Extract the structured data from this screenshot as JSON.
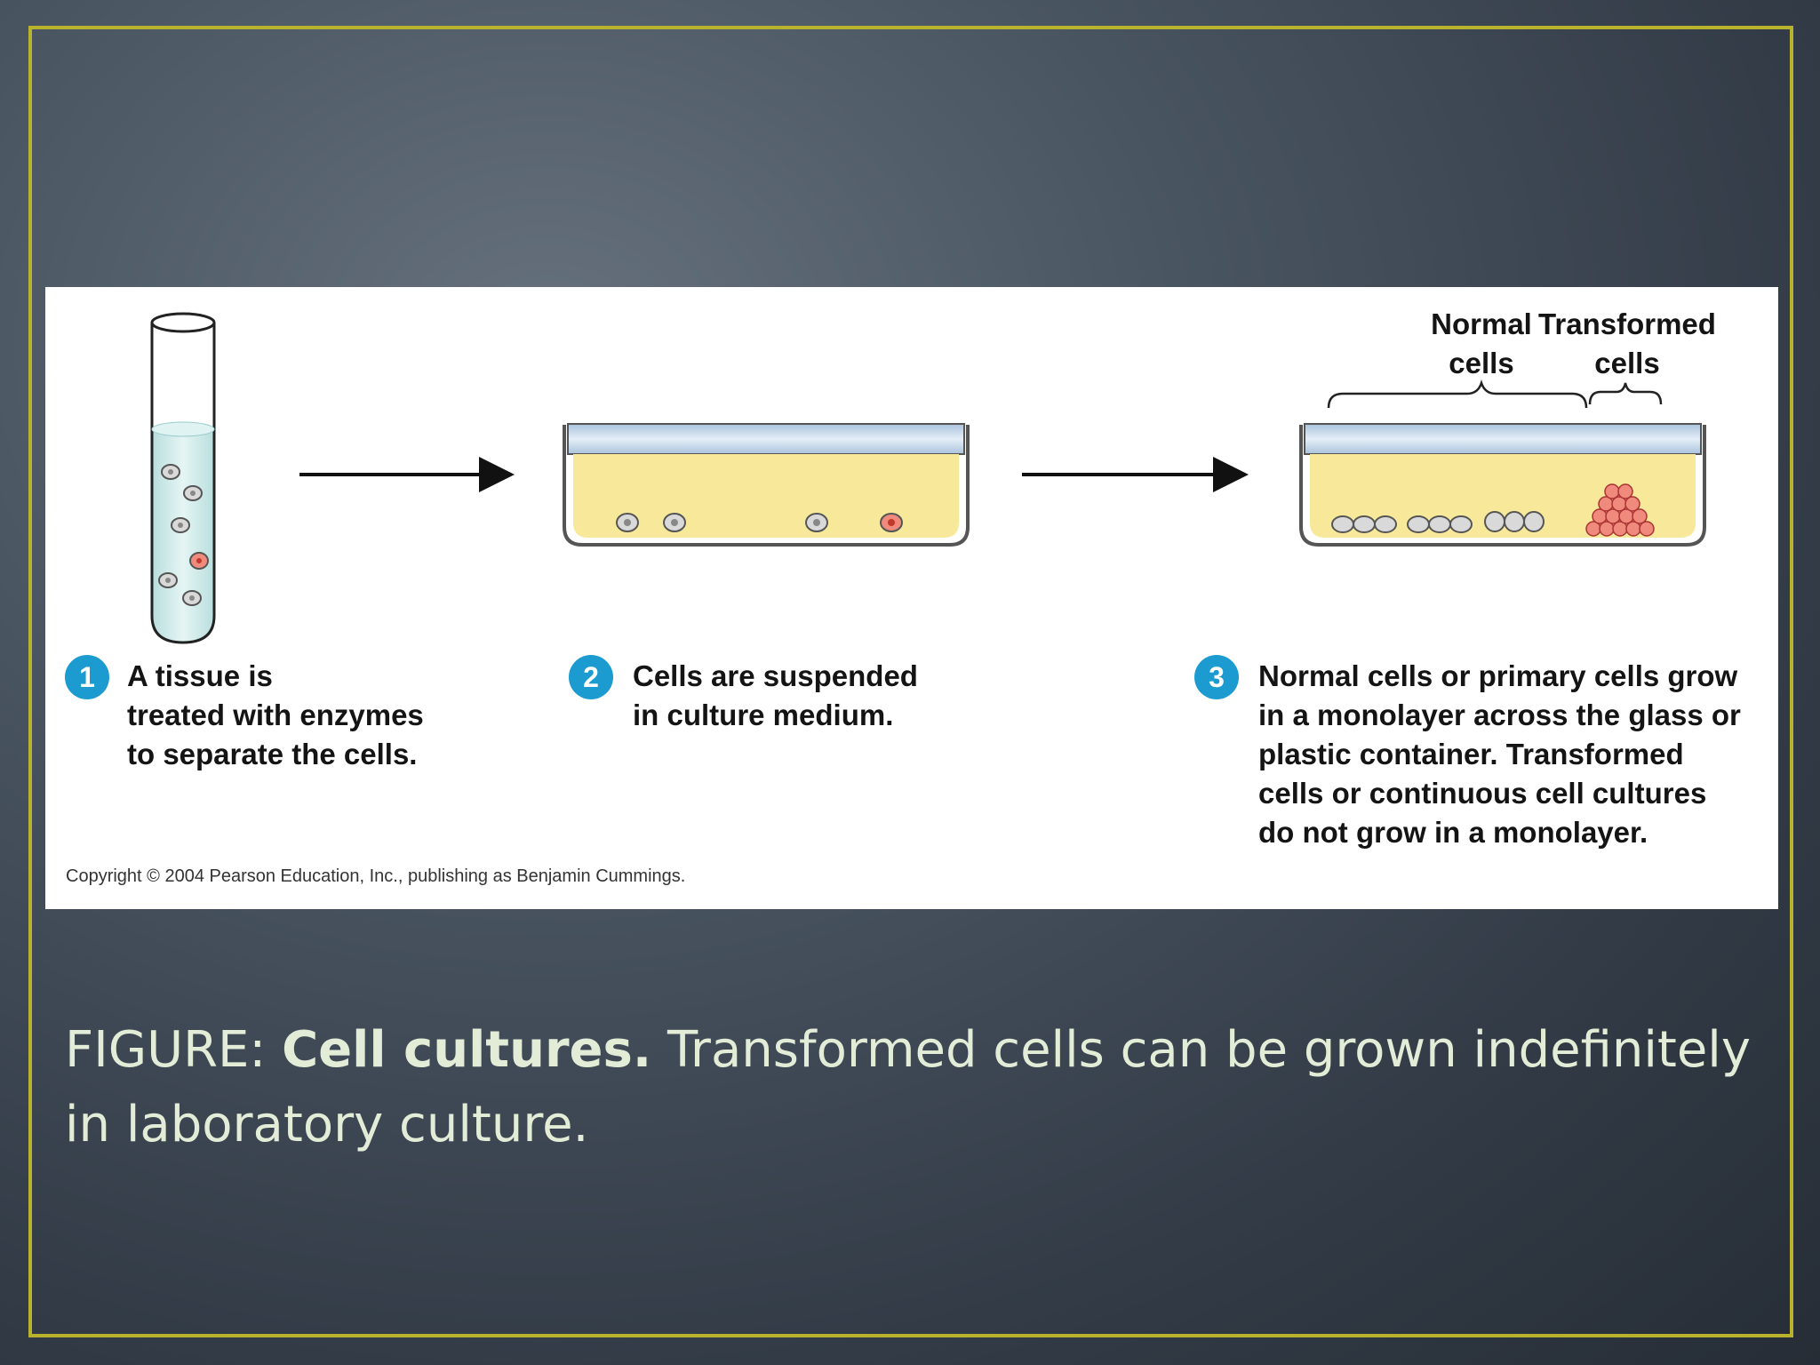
{
  "slide": {
    "caption_prefix": "FIGURE: ",
    "caption_bold": "Cell cultures.",
    "caption_rest": " Transformed cells can be grown indefinitely in laboratory culture."
  },
  "figure": {
    "steps": [
      {
        "number": "1",
        "text": "A tissue is\ntreated with enzymes\nto separate the cells."
      },
      {
        "number": "2",
        "text": "Cells are suspended\nin culture medium."
      },
      {
        "number": "3",
        "text": "Normal cells or primary cells grow\nin a monolayer across the glass or\nplastic container.  Transformed\ncells or continuous cell cultures\ndo not grow in a monolayer."
      }
    ],
    "labels": {
      "normal_cells": "Normal\ncells",
      "transformed_cells": "Transformed\ncells"
    },
    "copyright": "Copyright © 2004 Pearson Education, Inc., publishing as Benjamin Cummings.",
    "colors": {
      "badge": "#1c9bd0",
      "medium": "#f8e99a",
      "tube_liquid": "#cdebea",
      "cell_normal": "#d9d9d9",
      "cell_transformed": "#f08a7c",
      "frame": "#b9b22c"
    }
  }
}
